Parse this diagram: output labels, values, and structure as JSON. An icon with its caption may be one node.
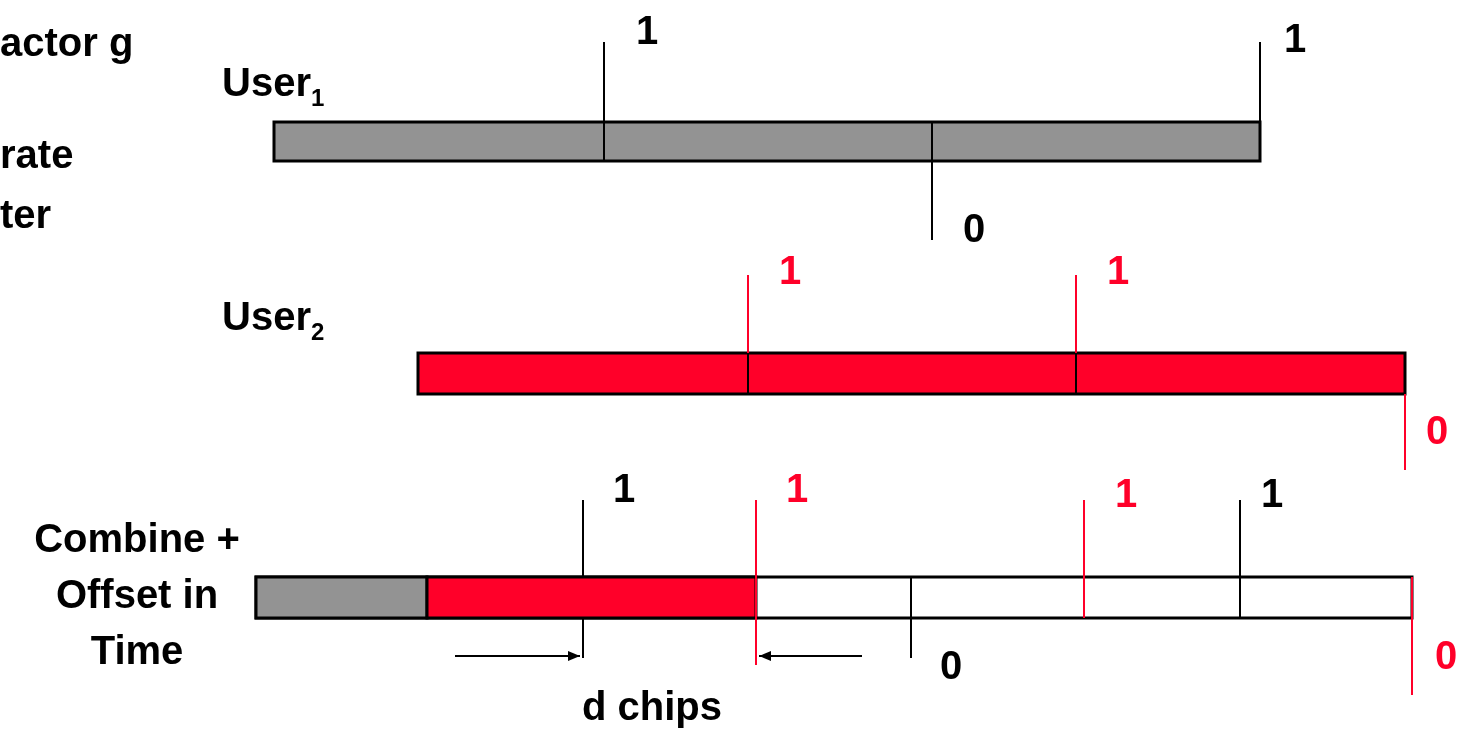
{
  "diagram": {
    "labels": [
      "actor g",
      "1",
      "1",
      "User$_{1}$",
      "rate",
      "ter",
      "0",
      "1",
      "1",
      "User$_{2}$",
      "0",
      "1",
      "1",
      "1",
      "1",
      "Combine + Offset in Time",
      "0",
      "0",
      "d chips"
    ]
  }
}
